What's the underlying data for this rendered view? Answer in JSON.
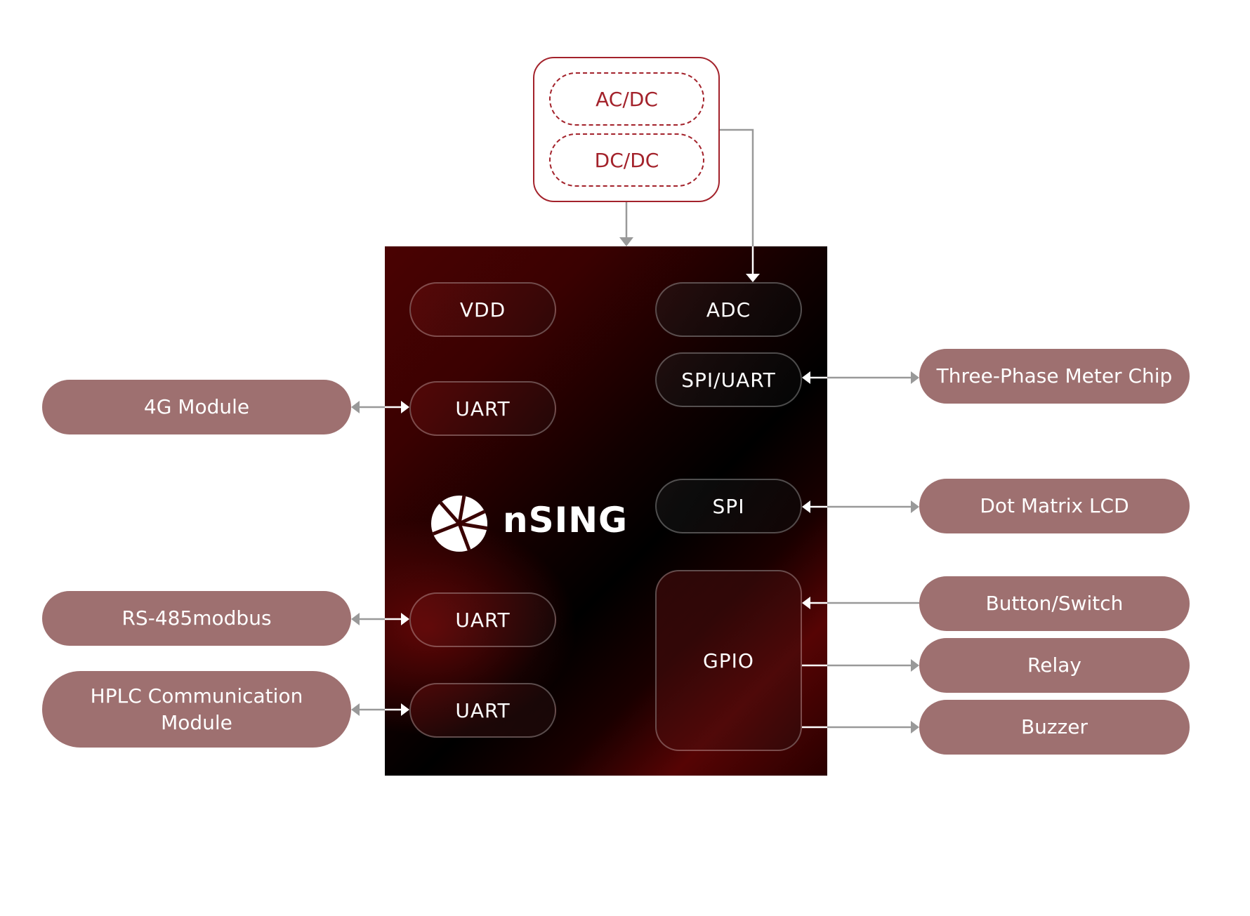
{
  "power_supply": {
    "blocks": [
      "AC/DC",
      "DC/DC"
    ]
  },
  "mcu": {
    "brand": "nSING",
    "left_pins": [
      "VDD",
      "UART",
      "UART",
      "UART"
    ],
    "right_pins": [
      "ADC",
      "SPI/UART",
      "SPI",
      "GPIO"
    ]
  },
  "left_peripherals": [
    {
      "label": "4G Module",
      "interface": "UART",
      "direction": "bidirectional"
    },
    {
      "label": "RS-485modbus",
      "interface": "UART",
      "direction": "bidirectional"
    },
    {
      "label": "HPLC Communication Module",
      "interface": "UART",
      "direction": "bidirectional"
    }
  ],
  "right_peripherals": [
    {
      "label": "Three-Phase Meter Chip",
      "interface": "SPI/UART",
      "direction": "bidirectional"
    },
    {
      "label": "Dot Matrix LCD",
      "interface": "SPI",
      "direction": "bidirectional"
    },
    {
      "label": "Button/Switch",
      "interface": "GPIO",
      "direction": "input"
    },
    {
      "label": "Relay",
      "interface": "GPIO",
      "direction": "output"
    },
    {
      "label": "Buzzer",
      "interface": "GPIO",
      "direction": "output"
    }
  ],
  "colors": {
    "peripheral_fill": "#9e7070",
    "power_accent": "#a3222b",
    "connector_outside": "#999999",
    "connector_inside": "#ffffff",
    "chip_dark": "#000000",
    "chip_red": "#5a0404"
  }
}
